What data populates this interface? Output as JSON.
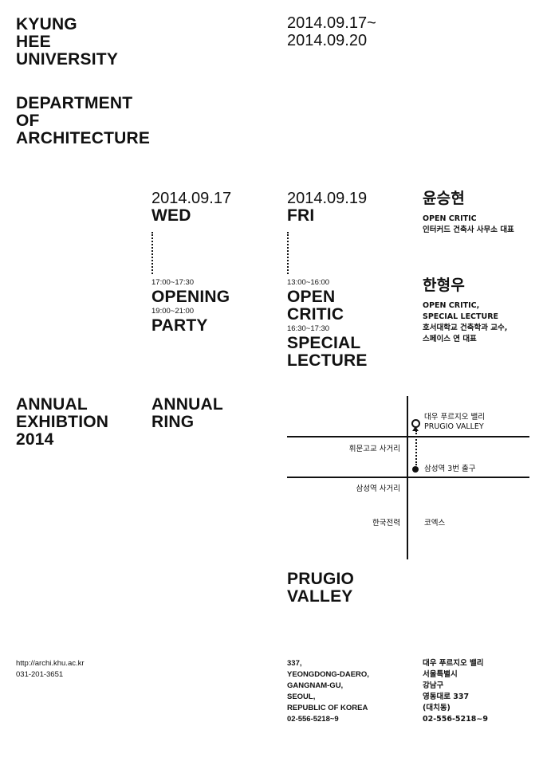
{
  "header": {
    "university": "KYUNG\nHEE\nUNIVERSITY",
    "department": "DEPARTMENT\nOF\nARCHITECTURE",
    "period": "2014.09.17~\n2014.09.20"
  },
  "day1": {
    "date": "2014.09.17",
    "weekday": "WED",
    "event1_time": "17:00~17:30",
    "event1_title": "OPENING",
    "event2_time": "19:00~21:00",
    "event2_title": "PARTY"
  },
  "day2": {
    "date": "2014.09.19",
    "weekday": "FRI",
    "event1_time": "13:00~16:00",
    "event1_title": "OPEN\nCRITIC",
    "event2_time": "16:30~17:30",
    "event2_title": "SPECIAL\nLECTURE"
  },
  "critics": [
    {
      "name": "윤승현",
      "role": "OPEN CRITIC",
      "affiliation": "인터커드 건축사 사무소 대표"
    },
    {
      "name": "한형우",
      "role": "OPEN CRITIC,\nSPECIAL LECTURE",
      "affiliation": "호서대학교 건축학과 교수,\n스페이스 연 대표"
    }
  ],
  "exhibition": {
    "title": "ANNUAL\nEXHIBTION\n2014",
    "subtitle": "ANNUAL\nRING"
  },
  "map": {
    "venue_label": "대우 푸르지오 밸리\nPRUGIO VALLEY",
    "intersection1": "휘문고교 사거리",
    "station_exit": "삼성역 3번 출구",
    "intersection2": "삼성역 사거리",
    "landmark_left": "한국전력",
    "landmark_right": "코엑스"
  },
  "venue": {
    "name": "PRUGIO\nVALLEY"
  },
  "footer": {
    "website": "http://archi.khu.ac.kr",
    "phone": "031-201-3651",
    "address_en": "337,\nYEONGDONG-DAERO,\nGANGNAM-GU,\nSEOUL,\nREPUBLIC OF KOREA\n02-556-5218~9",
    "address_kr": "대우 푸르지오 밸리\n서울특별시\n강남구\n영동대로 337\n(대치동)\n02-556-5218~9"
  }
}
